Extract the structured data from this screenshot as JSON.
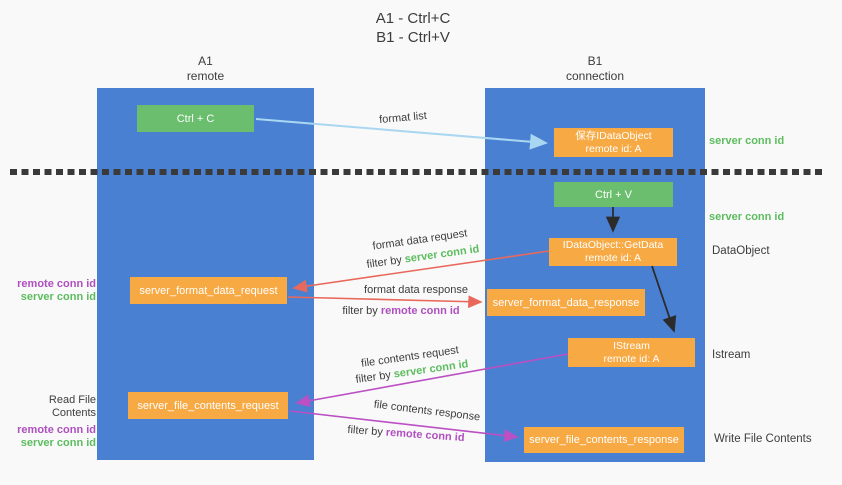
{
  "title": {
    "line1": "A1 - Ctrl+C",
    "line2": "B1 - Ctrl+V"
  },
  "columns": {
    "a1": {
      "id": "A1",
      "subtitle": "remote"
    },
    "b1": {
      "id": "B1",
      "subtitle": "connection"
    }
  },
  "boxes": {
    "ctrl_c": {
      "label": "Ctrl + C"
    },
    "ctrl_v": {
      "label": "Ctrl + V"
    },
    "save_dataobject": {
      "line1": "保存IDataObject",
      "line2": "remote id: A"
    },
    "getdata": {
      "line1": "IDataObject::GetData",
      "line2": "remote id: A"
    },
    "istream": {
      "line1": "IStream",
      "line2": "remote id: A"
    },
    "server_format_data_request": {
      "label": "server_format_data_request"
    },
    "server_format_data_response": {
      "label": "server_format_data_response"
    },
    "server_file_contents_request": {
      "label": "server_file_contents_request"
    },
    "server_file_contents_response": {
      "label": "server_file_contents_response"
    }
  },
  "flow_labels": {
    "format_list": "format list",
    "format_data_request": "format data request",
    "format_data_response": "format data response",
    "file_contents_request": "file contents request",
    "file_contents_response": "file contents response",
    "filter_by": "filter by",
    "server_conn_id": "server conn id",
    "remote_conn_id": "remote conn id"
  },
  "side_labels": {
    "server_conn_id_top": "server conn id",
    "server_conn_id_mid": "server conn id",
    "dataobject": "DataObject",
    "istream": "Istream",
    "write_file_contents": "Write File Contents",
    "read_file_contents": "Read File Contents",
    "remote_conn_id": "remote conn id",
    "server_conn_id": "server conn id"
  },
  "colors": {
    "column_blue": "#4a80d2",
    "box_orange": "#f7a943",
    "box_green": "#6abe6d",
    "arrow_light_blue": "#a9d7f2",
    "arrow_red": "#e8695b",
    "arrow_magenta": "#bb4fc4",
    "arrow_black": "#2b2b2b",
    "text_green": "#5cbd5e",
    "text_purple": "#b04fc0",
    "text_dark": "#3d3d3d",
    "background": "#f9f9f9"
  }
}
